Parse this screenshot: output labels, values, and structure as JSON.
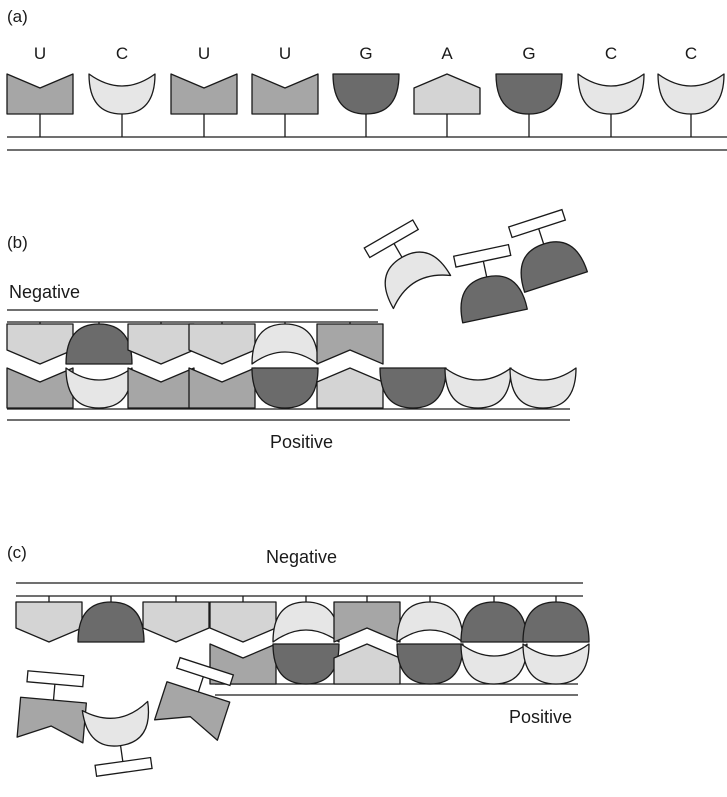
{
  "colors": {
    "U": "#a6a6a6",
    "C": "#e6e6e6",
    "G": "#6b6b6b",
    "A": "#d4d4d4",
    "stroke": "#1a1a1a"
  },
  "panel_a": {
    "label": "(a)",
    "sequence": [
      "U",
      "C",
      "U",
      "U",
      "G",
      "A",
      "G",
      "C",
      "C"
    ]
  },
  "panel_b": {
    "label": "(b)",
    "negative_label": "Negative",
    "positive_label": "Positive",
    "negative_paired": [
      "A",
      "G",
      "A",
      "A",
      "C",
      "U"
    ],
    "positive_paired": [
      "U",
      "C",
      "U",
      "U",
      "G",
      "A"
    ],
    "positive_unpaired": [
      "G",
      "C",
      "C"
    ],
    "free_nucleotides": [
      "C",
      "G",
      "G"
    ]
  },
  "panel_c": {
    "label": "(c)",
    "negative_label": "Negative",
    "positive_label": "Positive",
    "negative_strand": [
      "A",
      "G",
      "A",
      "A",
      "C",
      "U",
      "C",
      "G",
      "G"
    ],
    "positive_paired": [
      "U",
      "G",
      "A",
      "G",
      "C",
      "C"
    ],
    "free_nucleotides": [
      "U",
      "C",
      "U"
    ]
  }
}
